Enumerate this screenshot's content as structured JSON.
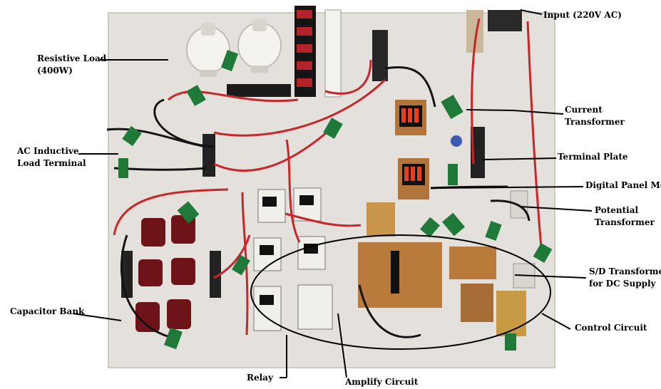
{
  "labels": {
    "input": "Input (220V AC)",
    "resistive_load": [
      "Resistive Load",
      "(400W)"
    ],
    "current_transformer": [
      "Current",
      "Transformer"
    ],
    "ac_inductive": [
      "AC Inductive",
      "Load Terminal"
    ],
    "terminal_plate": "Terminal Plate",
    "digital_panel_meter": "Digital Panel Meter",
    "potential_transformer": [
      "Potential",
      "Transformer"
    ],
    "sd_transformer": [
      "S/D Transformer",
      "for DC Supply"
    ],
    "capacitor_bank": "Capacitor Bank",
    "control_circuit": "Control Circuit",
    "relay": "Relay",
    "amplify_circuit": "Amplify Circuit"
  },
  "colors": {
    "board": "#e4e0dc",
    "wire_red": "#c8262a",
    "wire_black": "#141414",
    "tape_green": "#1f7a3a",
    "pcb": "#b97a3c",
    "capacitor": "#6e1418",
    "meter_digits": "#e8401e"
  }
}
